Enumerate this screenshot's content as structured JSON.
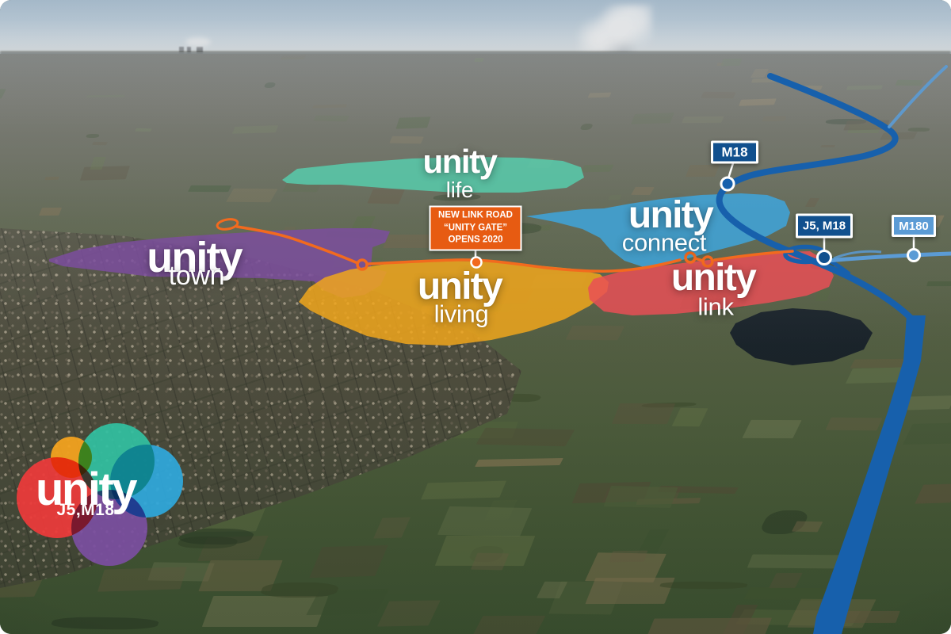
{
  "map": {
    "zones": [
      {
        "id": "life",
        "brand": "unity",
        "name": "life",
        "color": "#57CDAD"
      },
      {
        "id": "connect",
        "brand": "unity",
        "name": "connect",
        "color": "#3EA6DE"
      },
      {
        "id": "town",
        "brand": "unity",
        "name": "town",
        "color": "#7C4E9F"
      },
      {
        "id": "living",
        "brand": "unity",
        "name": "living",
        "color": "#F2A71B"
      },
      {
        "id": "link",
        "brand": "unity",
        "name": "link",
        "color": "#E94F56"
      }
    ],
    "road_markers": [
      {
        "id": "m18",
        "label": "M18",
        "style": "dark-blue"
      },
      {
        "id": "j5-m18",
        "label": "J5, M18",
        "style": "dark-blue"
      },
      {
        "id": "m180",
        "label": "M180",
        "style": "light-blue"
      }
    ],
    "callout": {
      "line1": "NEW LINK ROAD",
      "line2": "“UNITY GATE”",
      "line3": "OPENS 2020"
    },
    "logo": {
      "brand": "unity",
      "junction": "J5,M18"
    },
    "colors": {
      "motorway_m18": "#1760AC",
      "motorway_m180": "#5B9BD5",
      "new_link_road": "#F26A1E",
      "badge_navy": "#11508E",
      "badge_light_blue": "#5B9BD5",
      "callout_orange": "#E75B12"
    }
  }
}
